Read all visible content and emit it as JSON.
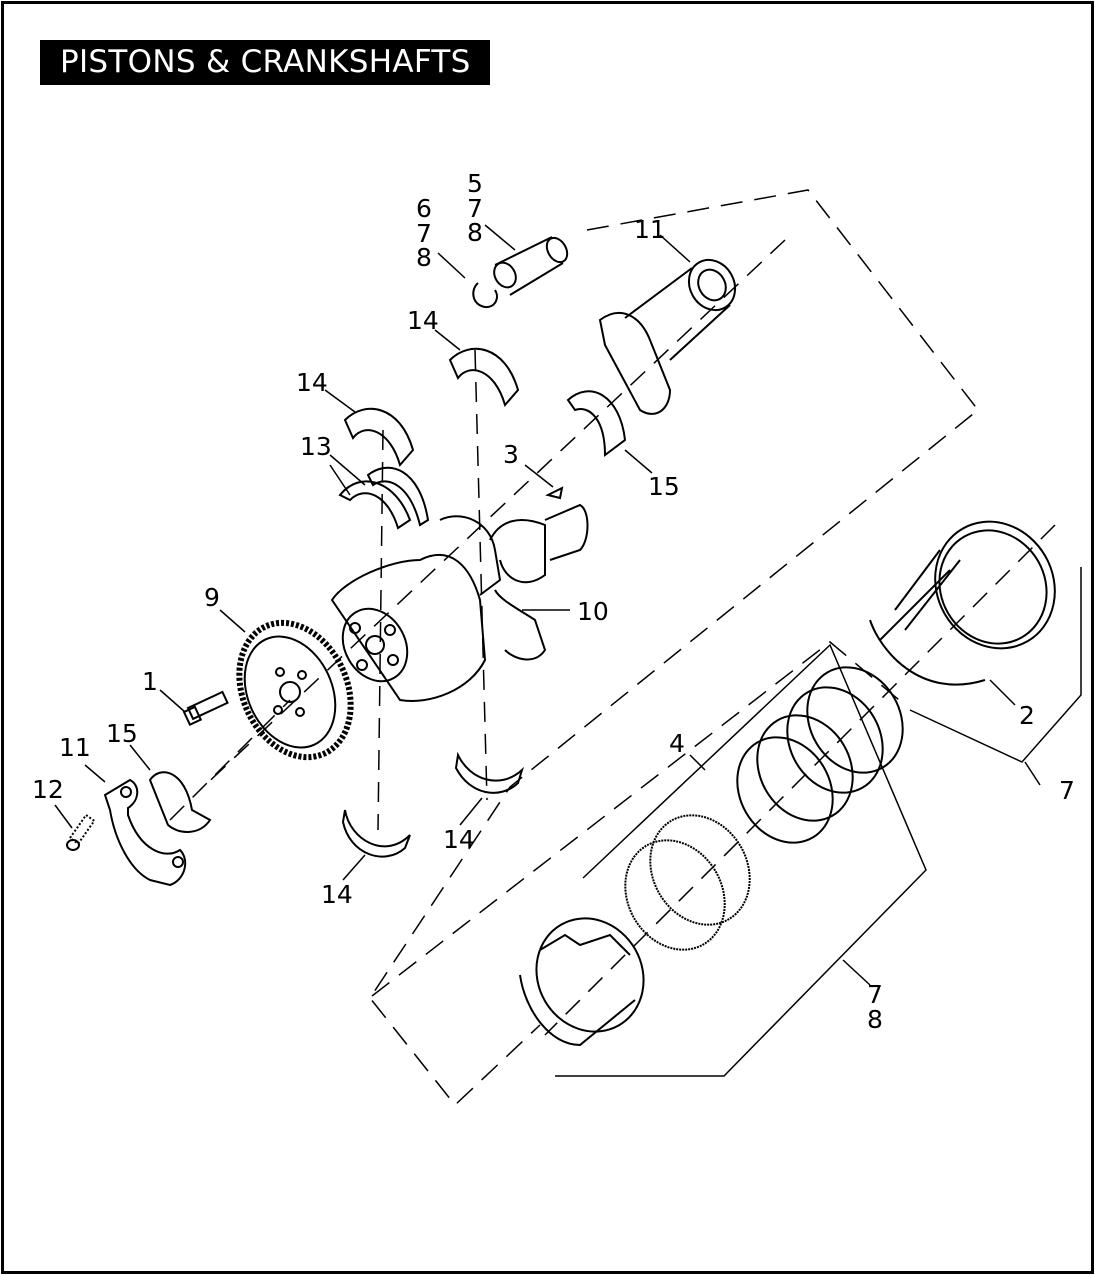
{
  "title": "PISTONS & CRANKSHAFTS",
  "callouts": {
    "c1": "1",
    "c2": "2",
    "c3": "3",
    "c4": "4",
    "c5a": "5",
    "c5b": "7",
    "c5c": "8",
    "c6a": "6",
    "c6b": "7",
    "c6c": "8",
    "c7a": "7",
    "c7b": "7",
    "c7c": "8",
    "c9": "9",
    "c10": "10",
    "c11a": "11",
    "c11b": "11",
    "c12": "12",
    "c13": "13",
    "c14a": "14",
    "c14b": "14",
    "c14c": "14",
    "c14d": "14",
    "c15a": "15",
    "c15b": "15"
  }
}
